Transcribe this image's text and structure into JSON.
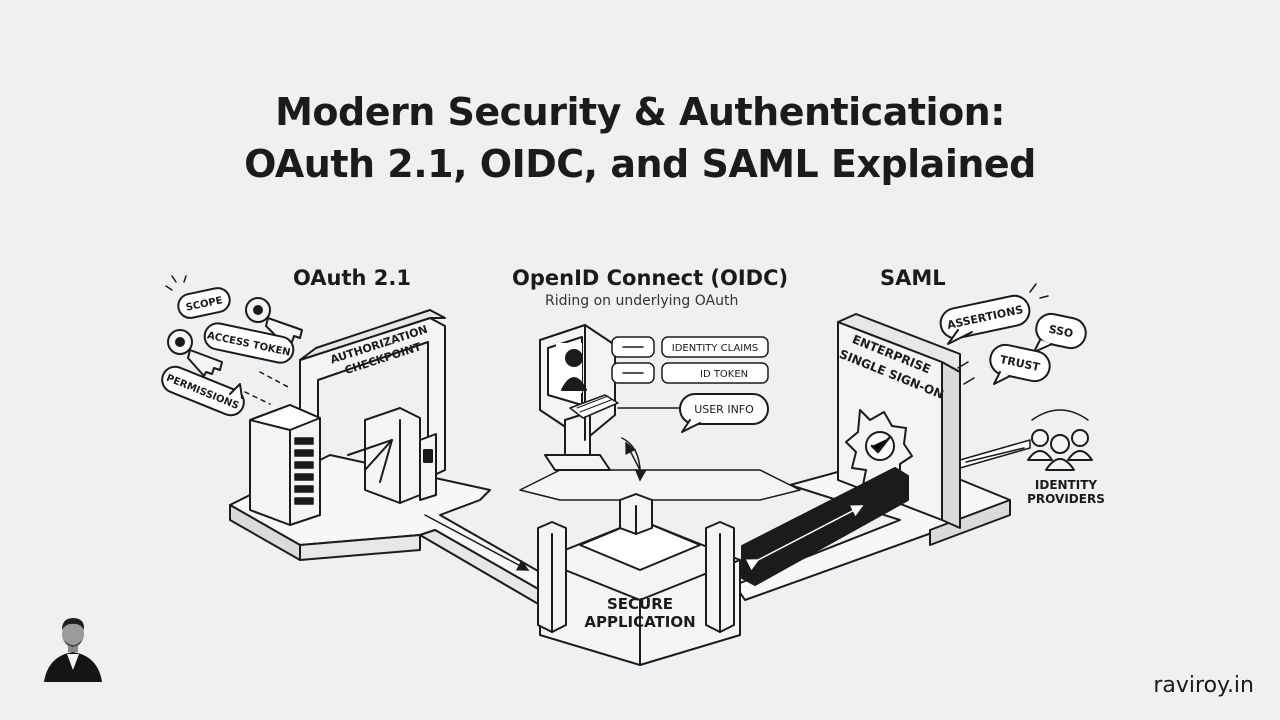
{
  "title": {
    "line1": "Modern Security & Authentication:",
    "line2": "OAuth 2.1, OIDC, and SAML Explained"
  },
  "oauth": {
    "heading": "OAuth 2.1",
    "gate_line1": "AUTHORIZATION",
    "gate_line2": "CHECKPOINT",
    "bubbles": [
      "SCOPE",
      "ACCESS TOKEN",
      "PERMISSIONS"
    ]
  },
  "oidc": {
    "heading": "OpenID Connect (OIDC)",
    "subtitle": "Riding on underlying OAuth",
    "fields": [
      "IDENTITY CLAIMS",
      "ID TOKEN"
    ],
    "bubble": "USER INFO"
  },
  "saml": {
    "heading": "SAML",
    "panel_line1": "ENTERPRISE",
    "panel_line2": "SINGLE SIGN-ON",
    "bubbles": [
      "ASSERTIONS",
      "SSO",
      "TRUST"
    ],
    "providers_line1": "IDENTITY",
    "providers_line2": "PROVIDERS"
  },
  "center": {
    "line1": "SECURE",
    "line2": "APPLICATION"
  },
  "credit": "raviroy.in",
  "colors": {
    "background": "#eef0f2",
    "ink": "#1b1b1b",
    "surface": "#f7f7f7",
    "shade": "#d9dadc"
  },
  "icons": [
    "key-icon",
    "server-icon",
    "turnstile-icon",
    "kiosk-icon",
    "user-icon",
    "keyboard-icon",
    "badge-icon",
    "checkmark-icon",
    "users-icon",
    "arrow-icon"
  ]
}
